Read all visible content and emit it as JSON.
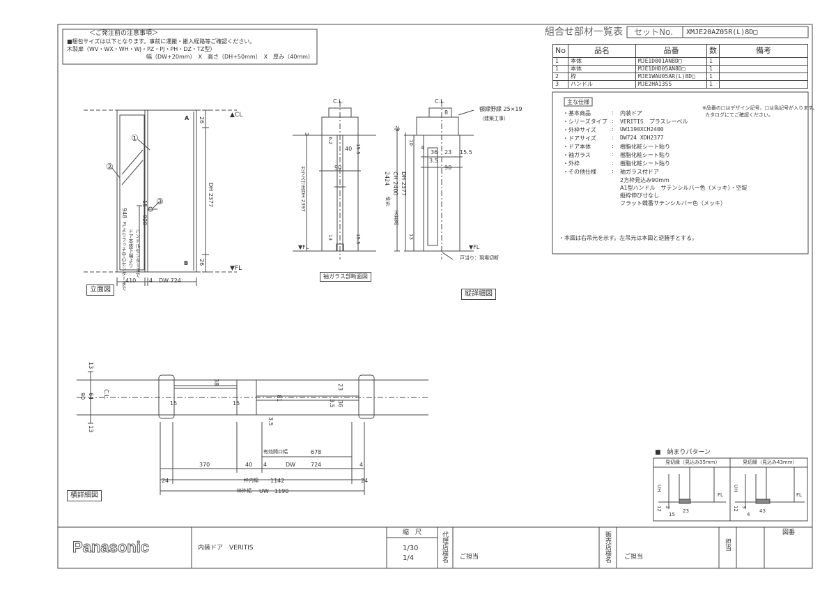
{
  "notice": {
    "title": "＜ご発注前の注意事項＞",
    "line1": "■梱包サイズは以下となります。事前に運搬・搬入経路等ご確認ください。",
    "line2": "木製扉（WV・WX・WH・WJ・PZ・PJ・PH・DZ・TZ型）",
    "line3": "幅（DW+20mm）　X　高さ（DH+50mm）　X　厚み（40mm）"
  },
  "header": {
    "list_title": "組合せ部材一覧表",
    "set_label": "セットNo.",
    "set_no": "XMJE20AZ05R(L)8D□"
  },
  "parts_table": {
    "headers": [
      "No",
      "品名",
      "品番",
      "数",
      "備考"
    ],
    "rows": [
      {
        "no": "1",
        "name": "本体",
        "code": "MJE1D001AN8D□",
        "qty": "1",
        "note": ""
      },
      {
        "no": "1",
        "name": "本体",
        "code": "MJE1DHD05AN8D□",
        "qty": "1",
        "note": ""
      },
      {
        "no": "2",
        "name": "枠",
        "code": "MJE1WAU05AR(L)8D□",
        "qty": "1",
        "note": ""
      },
      {
        "no": "3",
        "name": "ハンドル",
        "code": "MJE2HA13SS",
        "qty": "1",
        "note": ""
      }
    ]
  },
  "spec": {
    "title": "主な仕様",
    "note_right_1": "※品番の□はデザイン記号、□は色記号が入ります。",
    "note_right_2": "カタログにてご確認ください。",
    "rows": [
      {
        "k": "・基本商品",
        "v": "内装ドア"
      },
      {
        "k": "・シリーズタイプ",
        "v": "VERITIS　プラスレーベル"
      },
      {
        "k": "・外枠サイズ",
        "v": "UW1190XCH2400"
      },
      {
        "k": "・ドアサイズ",
        "v": "DW724 XDH2377"
      },
      {
        "k": "・ドア本体",
        "v": "樹脂化粧シート貼り"
      },
      {
        "k": "・袖ガラス",
        "v": "樹脂化粧シート貼り"
      },
      {
        "k": "・外枠",
        "v": "樹脂化粧シート貼り"
      },
      {
        "k": "・その他仕様",
        "v": "袖ガラス付ドア"
      }
    ],
    "extra": [
      "2方枠見込み90mm",
      "A1型ハンドル　サテンシルバー色（メッキ）・空錠",
      "縦枠伸び寸なし",
      "フラット蝶番サテンシルバー色（メッキ）"
    ],
    "footnote": "・本図は右吊元を示す。左吊元は本図と逆勝手とする。"
  },
  "elevation": {
    "label": "立面図",
    "dim_410": "410",
    "dim_4": "4",
    "dim_dw": "DW 724",
    "dim_dh": "DH 2377",
    "dim_26a": "26",
    "dim_26b": "26",
    "cl": "▲CL",
    "fl": "▼FL",
    "mark_a": "A",
    "mark_b": "B",
    "balloon1": "①",
    "balloon2": "②",
    "balloon3": "③",
    "dim_948": "948",
    "dim_920": "920",
    "dim_15": "15",
    "note_fl1": "FLよりラッチ中心センターまで",
    "note_fl2": "ドア本体下端より",
    "note_fl3": "ハンドルセンターまで"
  },
  "section": {
    "label": "袖ガラス部断面図",
    "cl": "C.L.",
    "fl": "▼FL",
    "glass_dh": "ガラス寸法DH 2397",
    "d40": "40",
    "d90": "90",
    "d62": "6.2",
    "d155": "15.5",
    "d13": "13",
    "d3": "3"
  },
  "vertical": {
    "label": "縦詳細図",
    "cl": "C.L.",
    "fl": "▼FL",
    "note_top": "額縁野縁 25×19",
    "note_top2": "（建築工事）",
    "note_bottom": "戸当り：現場切断",
    "d8": "8",
    "d24": "24",
    "d10": "10",
    "d4": "4",
    "d36": "36",
    "d23": "23",
    "d155": "15.5",
    "d35": "3.5",
    "d90": "90",
    "d2424": "2424",
    "ch": "CH 2400",
    "dh": "DH 2377",
    "d13": "13",
    "lbl_a": "枠外",
    "lbl_b": "天井高"
  },
  "horizontal": {
    "label": "横詳細図",
    "cl": "C.L.",
    "d90": "90",
    "d64": "64",
    "d13a": "13",
    "d13b": "13",
    "d38": "38",
    "d15a": "15",
    "d15b": "15",
    "d81": "81",
    "d23": "23",
    "d36": "36",
    "d35a": "3.5",
    "d35b": "3.5",
    "opening_label": "有効開口幅",
    "opening": "678",
    "d370": "370",
    "d40": "40",
    "dw": "DW",
    "dw_val": "724",
    "d4a": "4",
    "d4b": "4",
    "d24a": "24",
    "d24b": "24",
    "inner_label": "枠内幅",
    "inner": "1142",
    "outer_label": "枠外幅",
    "uw": "UW",
    "outer": "1190"
  },
  "pattern": {
    "title": "■　納まりパターン",
    "left_label": "見切縁（見込み35mm）",
    "right_label": "見切縁（見込み43mm）",
    "uh": "UH",
    "fl": "FL",
    "l_12": "12",
    "l_3": "3",
    "l_15": "15",
    "l_23": "23",
    "r_12": "12",
    "r_3": "3",
    "r_4": "4",
    "r_43": "43"
  },
  "titleblock": {
    "brand": "Panasonic",
    "product": "内装ドア　VERITIS",
    "scale_label": "縮　尺",
    "scale1": "1/30",
    "scale2": "1/4",
    "agent_label": "代理店様名",
    "agent_value": "ご担当",
    "shop_label": "販売店様名",
    "shop_value": "ご担当",
    "charge_label": "担当",
    "drawing_no": "図番"
  }
}
